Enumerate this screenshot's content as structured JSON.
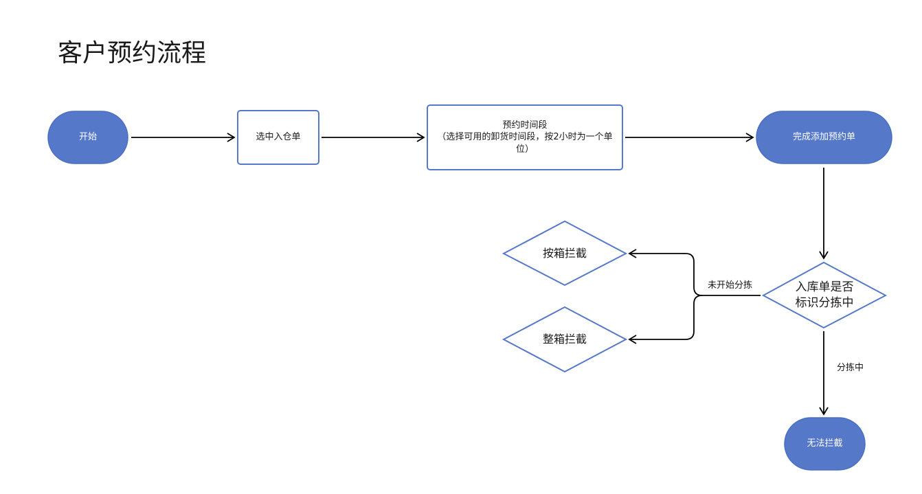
{
  "title": "客户预约流程",
  "colors": {
    "node_fill": "#5578C8",
    "node_stroke": "#4A6FC0",
    "connector": "#000000",
    "background": "#FFFFFF"
  },
  "nodes": {
    "start": {
      "label": "开始",
      "shape": "terminator"
    },
    "select_inbound": {
      "label": "选中入仓单",
      "shape": "process"
    },
    "book_slot": {
      "label": "预约时间段\n（选择可用的卸货时间段，按2小时为一个单位）",
      "shape": "process"
    },
    "done": {
      "label": "完成添加预约单",
      "shape": "terminator"
    },
    "decision": {
      "label": "入库单是否标识分拣中",
      "shape": "decision"
    },
    "intercept_by_box": {
      "label": "按箱拦截",
      "shape": "decision"
    },
    "intercept_full_box": {
      "label": "整箱拦截",
      "shape": "decision"
    },
    "cannot_intercept": {
      "label": "无法拦截",
      "shape": "terminator"
    }
  },
  "edges": {
    "not_started": {
      "label": "未开始分拣"
    },
    "sorting": {
      "label": "分拣中"
    }
  }
}
